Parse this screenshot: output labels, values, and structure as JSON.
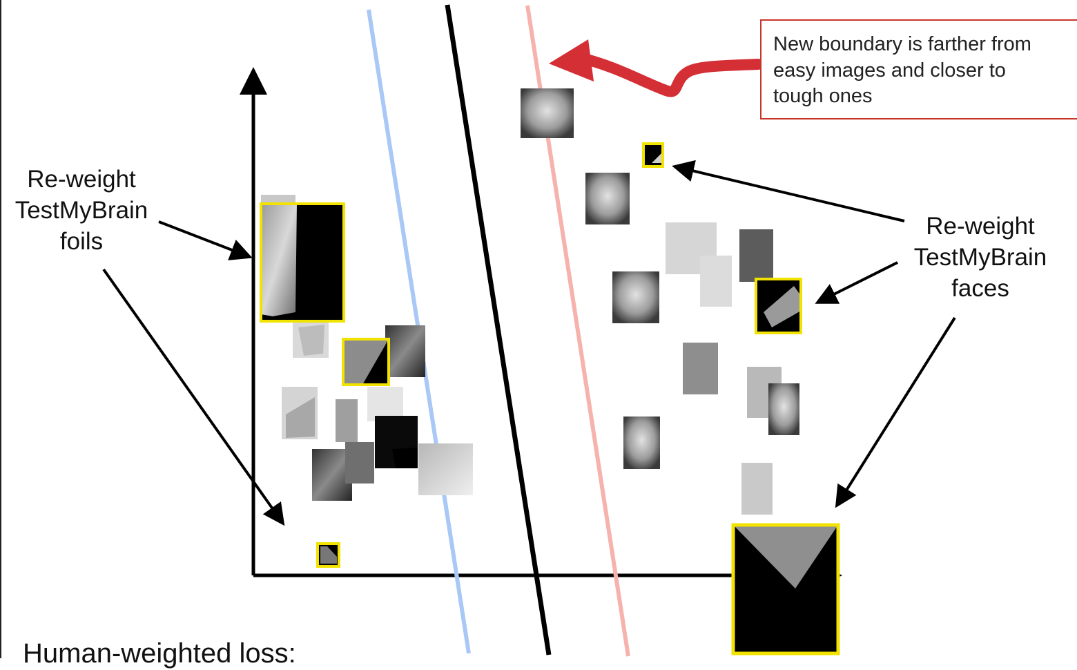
{
  "left_label": {
    "lines": [
      "Re-weight",
      "TestMyBrain",
      "foils"
    ]
  },
  "right_label": {
    "lines": [
      "Re-weight",
      "TestMyBrain",
      "faces"
    ]
  },
  "callout": {
    "lines": [
      "New boundary is farther from",
      "easy images and closer to",
      "tough ones"
    ]
  },
  "bottom_text": "Human-weighted loss:",
  "colors": {
    "old_boundary": "#000000",
    "blue_boundary": "#a9c8f5",
    "new_boundary": "#f6b3ad",
    "highlight": "#f2e200",
    "callout_border": "#c8342a",
    "callout_arrow": "#d42f35"
  },
  "icons": [
    "face-thumbnail",
    "foil-thumbnail",
    "highlighted-thumbnail"
  ]
}
